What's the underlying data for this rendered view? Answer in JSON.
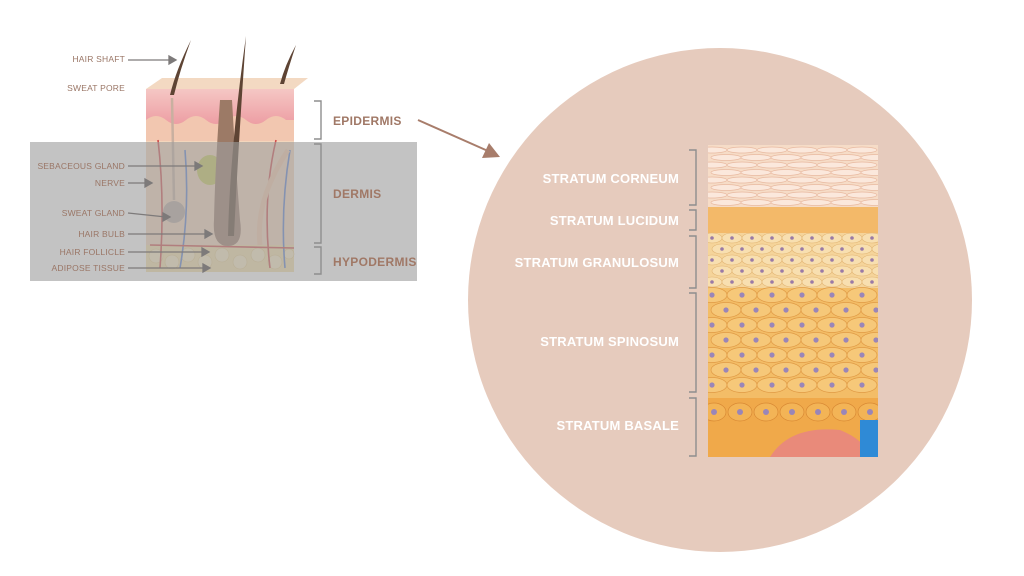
{
  "left_diagram": {
    "labels": [
      {
        "id": "hair-shaft",
        "text": "HAIR SHAFT"
      },
      {
        "id": "sweat-pore",
        "text": "SWEAT PORE"
      },
      {
        "id": "sebaceous-gland",
        "text": "SEBACEOUS GLAND"
      },
      {
        "id": "nerve",
        "text": "NERVE"
      },
      {
        "id": "sweat-gland",
        "text": "SWEAT GLAND"
      },
      {
        "id": "hair-bulb",
        "text": "HAIR BULB"
      },
      {
        "id": "hair-follicle",
        "text": "HAIR FOLLICLE"
      },
      {
        "id": "adipose-tissue",
        "text": "ADIPOSE TISSUE"
      }
    ],
    "layers": [
      {
        "id": "epidermis",
        "text": "EPIDERMIS"
      },
      {
        "id": "dermis",
        "text": "DERMIS"
      },
      {
        "id": "hypodermis",
        "text": "HYPODERMIS"
      }
    ]
  },
  "zoom_view": {
    "strata": [
      {
        "id": "corneum",
        "text": "STRATUM CORNEUM"
      },
      {
        "id": "lucidum",
        "text": "STRATUM LUCIDUM"
      },
      {
        "id": "granulosum",
        "text": "STRATUM GRANULOSUM"
      },
      {
        "id": "spinosum",
        "text": "STRATUM SPINOSUM"
      },
      {
        "id": "basale",
        "text": "STRATUM BASALE"
      }
    ]
  },
  "colors": {
    "circle": "#e6cbbd",
    "label_text": "#9a7666",
    "layer_text": "#a07866",
    "epidermis_pink": "#ef9aa2",
    "dermis_tan": "#f2d2b8",
    "hair": "#6b5040",
    "overlay_gray": "#9e9e9e",
    "cell_orange": "#f3b65c"
  }
}
